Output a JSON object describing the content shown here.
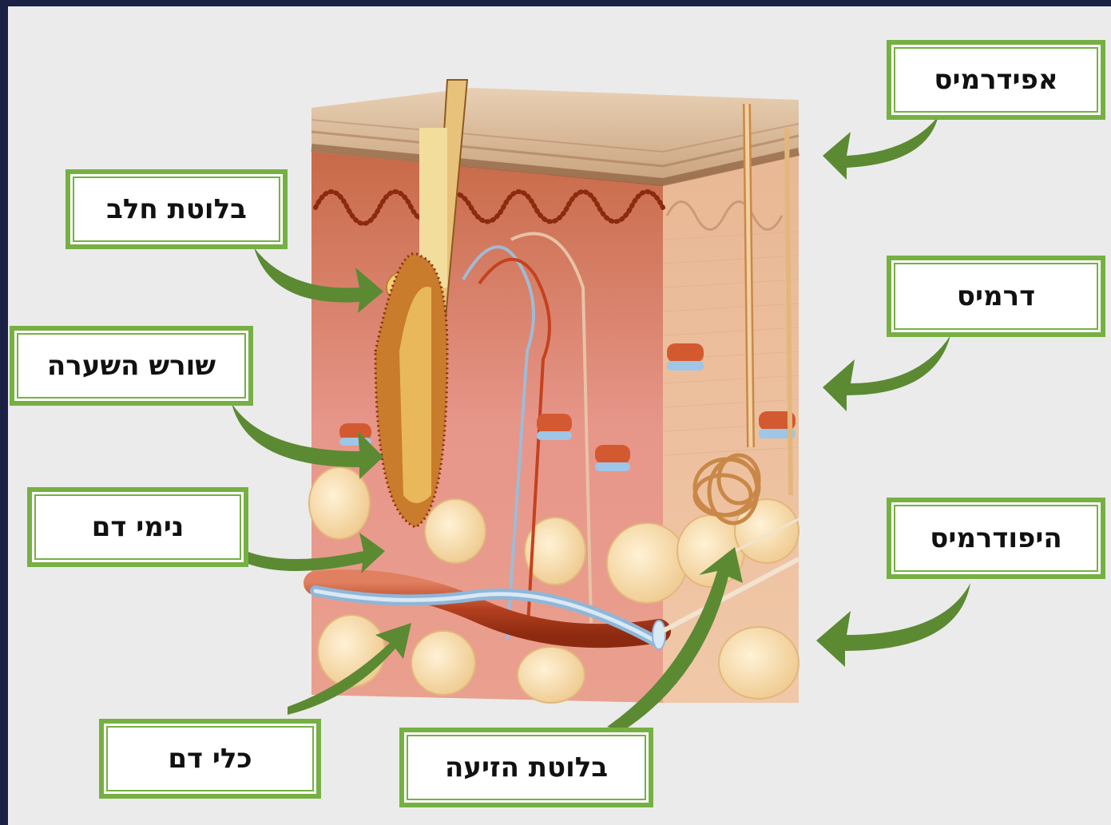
{
  "labels": {
    "epidermis": "אפידרמיס",
    "dermis": "דרמיס",
    "hypodermis": "היפודרמיס",
    "sebaceous_gland": "בלוטת חלב",
    "hair_root": "שורש השערה",
    "capillaries": "נימי דם",
    "blood_vessels": "כלי דם",
    "sweat_gland": "בלוטת הזיעה"
  },
  "colors": {
    "label_border": "#76b043",
    "arrow": "#5b8a33",
    "background": "#ebebeb",
    "frame": "#1b2145"
  }
}
